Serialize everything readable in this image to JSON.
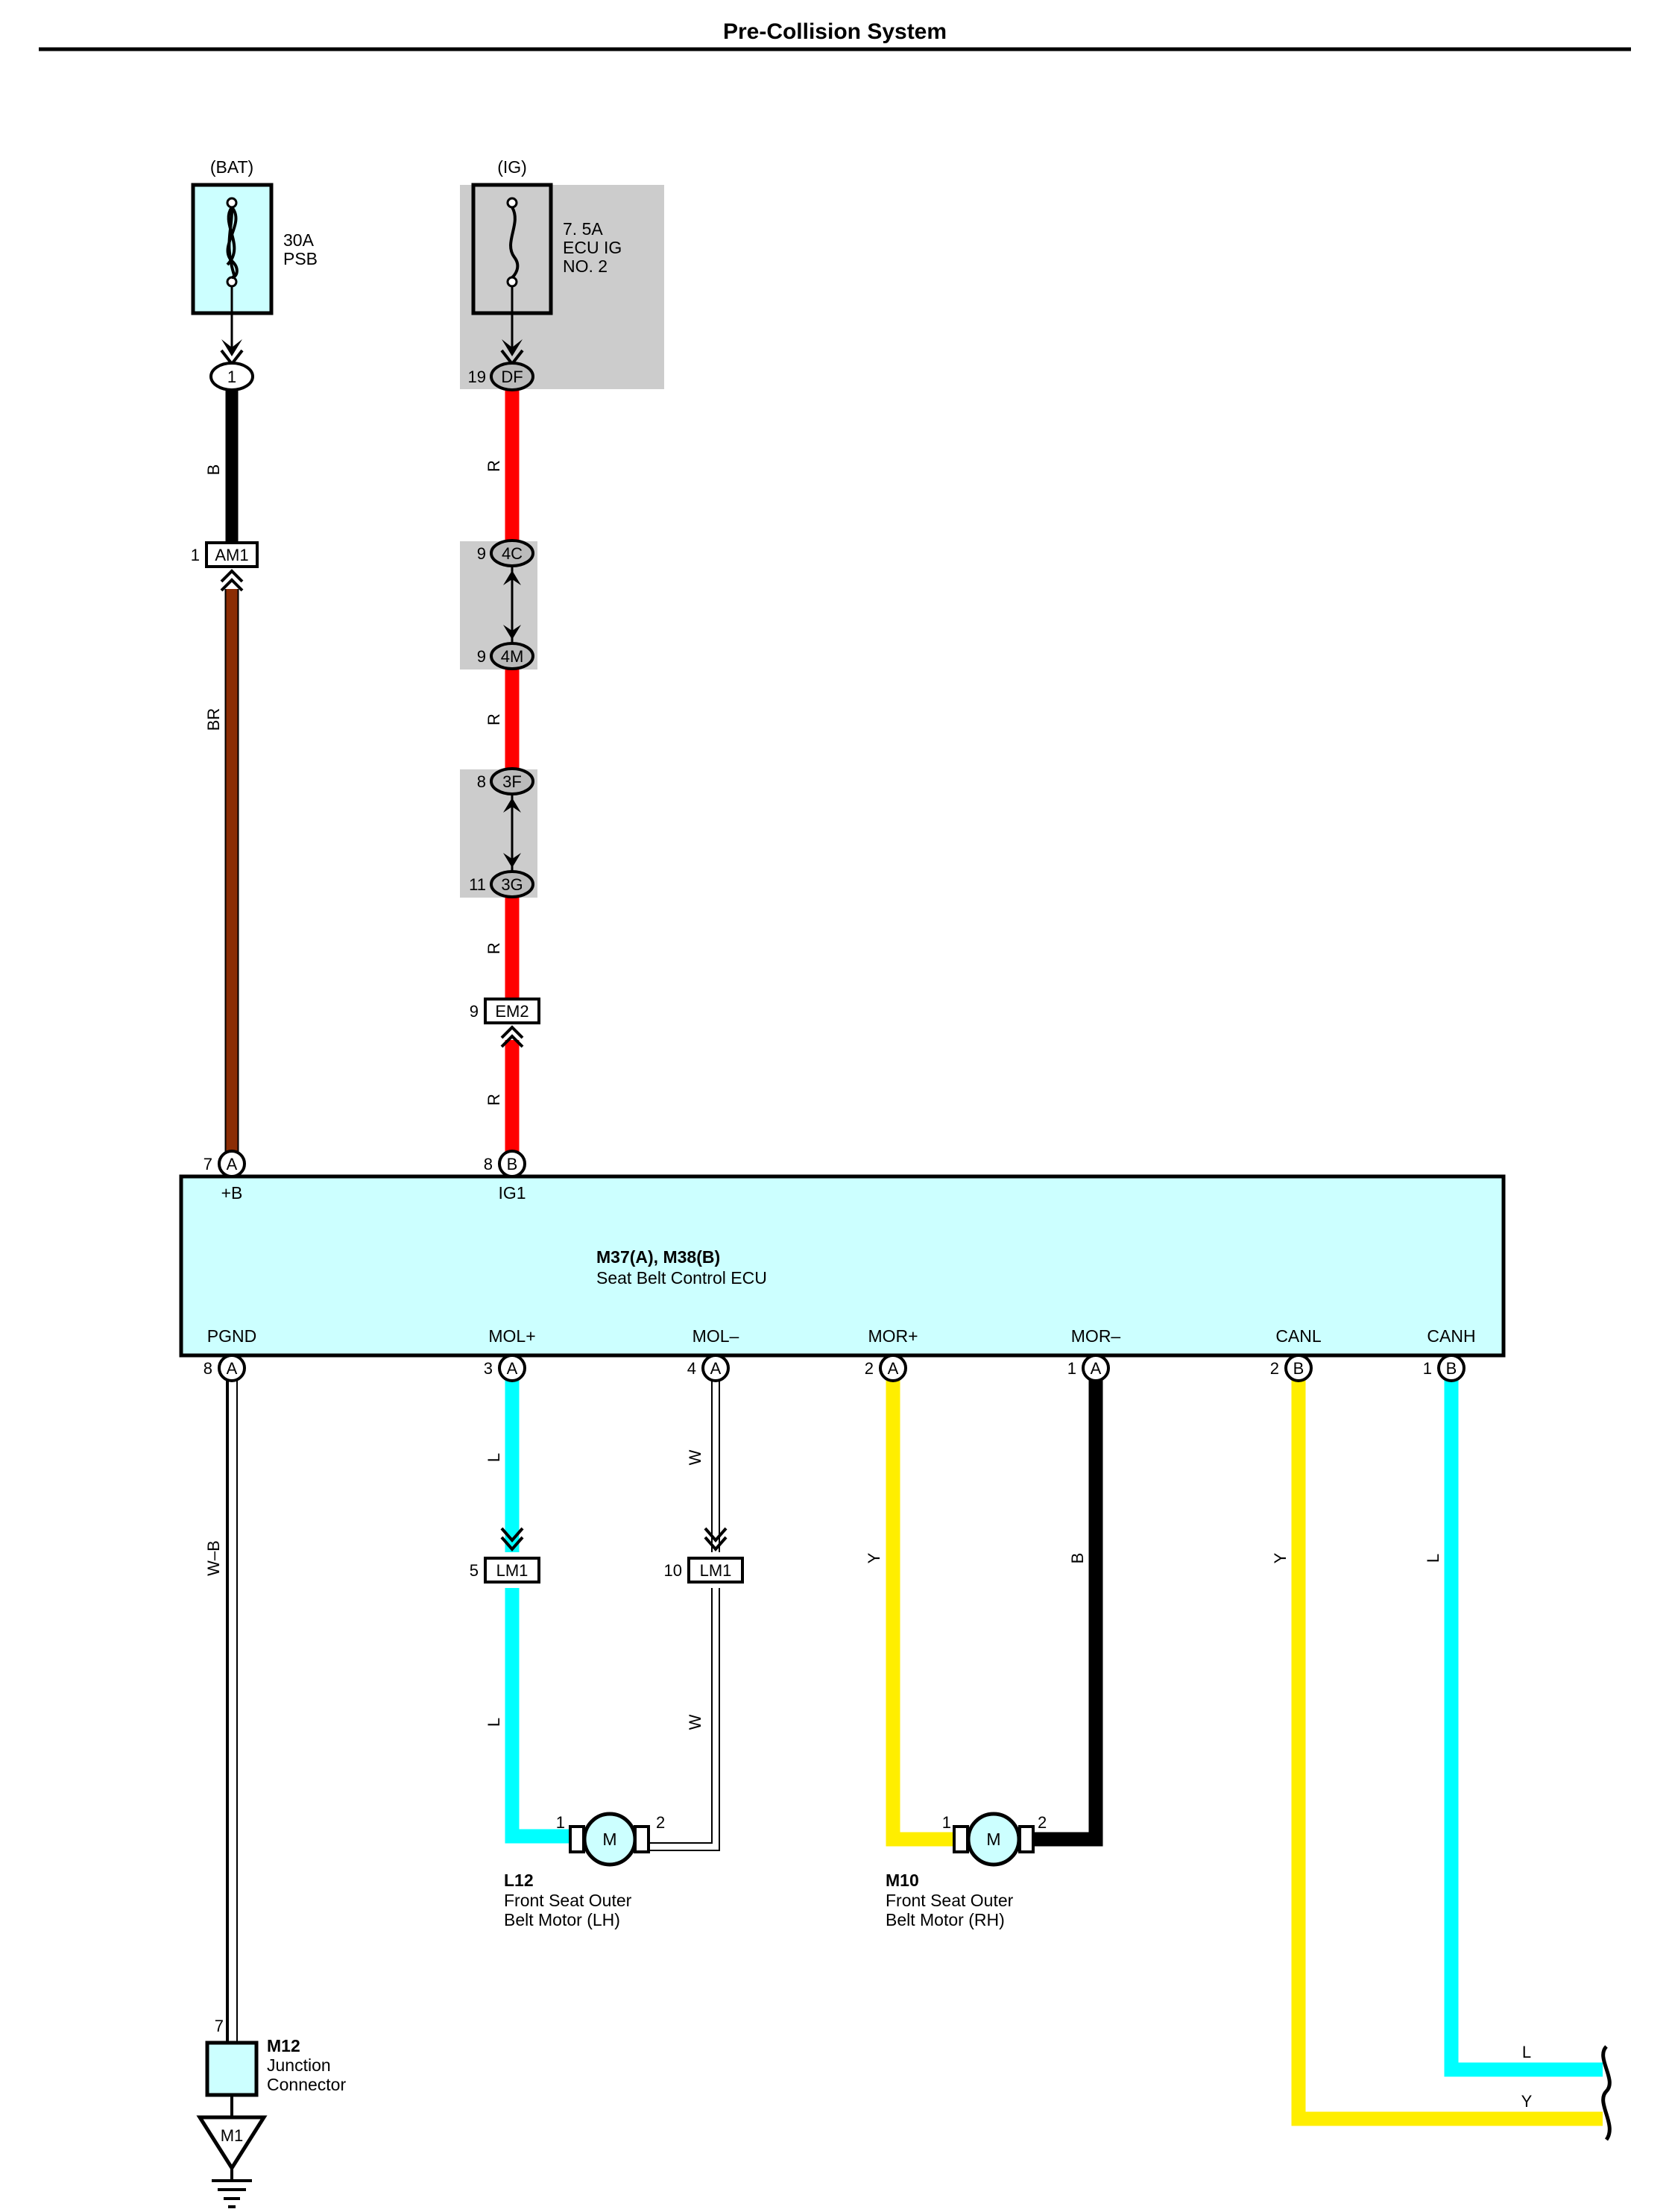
{
  "page": {
    "title": "Pre-Collision System"
  },
  "power": {
    "bat_label": "(BAT)",
    "ig_label": "(IG)",
    "fuse_bat": {
      "amps": "30A",
      "name": "PSB"
    },
    "fuse_ig": {
      "amps": "7. 5A",
      "line2": "ECU IG",
      "line3": "NO. 2"
    }
  },
  "connectors": {
    "c_1": {
      "pin": "",
      "id": "1"
    },
    "c_df": {
      "pin": "19",
      "id": "DF"
    },
    "c_am1": {
      "pin": "1",
      "id": "AM1"
    },
    "c_4c": {
      "pin": "9",
      "id": "4C"
    },
    "c_4m": {
      "pin": "9",
      "id": "4M"
    },
    "c_3f": {
      "pin": "8",
      "id": "3F"
    },
    "c_3g": {
      "pin": "11",
      "id": "3G"
    },
    "c_em2": {
      "pin": "9",
      "id": "EM2"
    },
    "c_lm1_5": {
      "pin": "5",
      "id": "LM1"
    },
    "c_lm1_10": {
      "pin": "10",
      "id": "LM1"
    }
  },
  "wires": {
    "w_b_top": "B",
    "w_br": "BR",
    "w_r1": "R",
    "w_r2": "R",
    "w_r3": "R",
    "w_r4": "R",
    "w_wb": "W–B",
    "w_l1": "L",
    "w_l2": "L",
    "w_w1": "W",
    "w_w2": "W",
    "w_y1": "Y",
    "w_b2": "B",
    "w_y2": "Y",
    "w_l3": "L",
    "w_out_l": "L",
    "w_out_y": "Y"
  },
  "ecu": {
    "code": "M37(A), M38(B)",
    "name": "Seat Belt Control ECU",
    "pins_top": [
      {
        "pin": "7",
        "conn": "A",
        "label": "+B"
      },
      {
        "pin": "8",
        "conn": "B",
        "label": "IG1"
      }
    ],
    "pins_bottom": [
      {
        "pin": "8",
        "conn": "A",
        "label": "PGND"
      },
      {
        "pin": "3",
        "conn": "A",
        "label": "MOL+"
      },
      {
        "pin": "4",
        "conn": "A",
        "label": "MOL–"
      },
      {
        "pin": "2",
        "conn": "A",
        "label": "MOR+"
      },
      {
        "pin": "1",
        "conn": "A",
        "label": "MOR–"
      },
      {
        "pin": "2",
        "conn": "B",
        "label": "CANL"
      },
      {
        "pin": "1",
        "conn": "B",
        "label": "CANH"
      }
    ]
  },
  "motors": {
    "left": {
      "code": "L12",
      "line1": "Front Seat Outer",
      "line2": "Belt Motor (LH)",
      "symbol": "M",
      "pin1": "1",
      "pin2": "2"
    },
    "right": {
      "code": "M10",
      "line1": "Front Seat Outer",
      "line2": "Belt Motor (RH)",
      "symbol": "M",
      "pin1": "1",
      "pin2": "2"
    }
  },
  "junction": {
    "code": "M12",
    "line1": "Junction",
    "line2": "Connector",
    "pin": "7"
  },
  "ground": {
    "id": "M1"
  },
  "colors": {
    "black": "#000000",
    "brown": "#8b2d05",
    "red": "#ff0000",
    "cyan": "#00ffff",
    "yellow": "#ffee00",
    "ecu_fill": "#ccffff",
    "shade": "#cccccc",
    "fuse_fill": "#ccffff"
  }
}
